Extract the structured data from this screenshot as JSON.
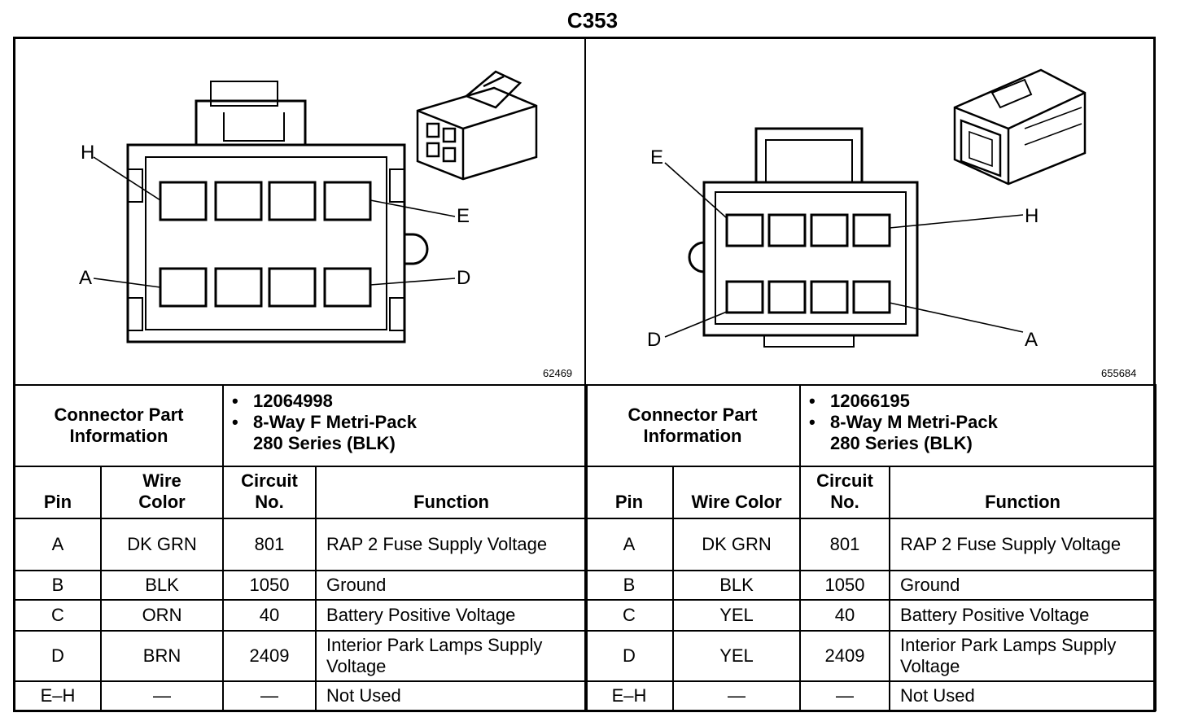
{
  "title": "C353",
  "left": {
    "drawing_id": "62469",
    "pin_labels": {
      "H": "H",
      "E": "E",
      "A": "A",
      "D": "D"
    },
    "info_label_line1": "Connector Part",
    "info_label_line2": "Information",
    "part_number": "12064998",
    "description_line1": "8-Way F Metri-Pack",
    "description_line2": "280 Series (BLK)",
    "headers": {
      "pin": "Pin",
      "wire_color_1": "Wire",
      "wire_color_2": "Color",
      "circuit_1": "Circuit",
      "circuit_2": "No.",
      "function": "Function"
    },
    "rows": [
      {
        "pin": "A",
        "wire": "DK GRN",
        "circuit": "801",
        "function": "RAP 2 Fuse Supply Voltage"
      },
      {
        "pin": "B",
        "wire": "BLK",
        "circuit": "1050",
        "function": "Ground"
      },
      {
        "pin": "C",
        "wire": "ORN",
        "circuit": "40",
        "function": "Battery Positive Voltage"
      },
      {
        "pin": "D",
        "wire": "BRN",
        "circuit": "2409",
        "function": "Interior Park Lamps Supply Voltage"
      },
      {
        "pin": "E–H",
        "wire": "—",
        "circuit": "—",
        "function": "Not Used"
      }
    ]
  },
  "right": {
    "drawing_id": "655684",
    "pin_labels": {
      "E": "E",
      "H": "H",
      "D": "D",
      "A": "A"
    },
    "info_label_line1": "Connector Part",
    "info_label_line2": "Information",
    "part_number": "12066195",
    "description_line1": "8-Way M Metri-Pack",
    "description_line2": "280 Series (BLK)",
    "headers": {
      "pin": "Pin",
      "wire_color": "Wire Color",
      "circuit_1": "Circuit",
      "circuit_2": "No.",
      "function": "Function"
    },
    "rows": [
      {
        "pin": "A",
        "wire": "DK GRN",
        "circuit": "801",
        "function": "RAP 2 Fuse Supply Voltage"
      },
      {
        "pin": "B",
        "wire": "BLK",
        "circuit": "1050",
        "function": "Ground"
      },
      {
        "pin": "C",
        "wire": "YEL",
        "circuit": "40",
        "function": "Battery Positive Voltage"
      },
      {
        "pin": "D",
        "wire": "YEL",
        "circuit": "2409",
        "function": "Interior Park Lamps Supply Voltage"
      },
      {
        "pin": "E–H",
        "wire": "—",
        "circuit": "—",
        "function": "Not Used"
      }
    ]
  }
}
